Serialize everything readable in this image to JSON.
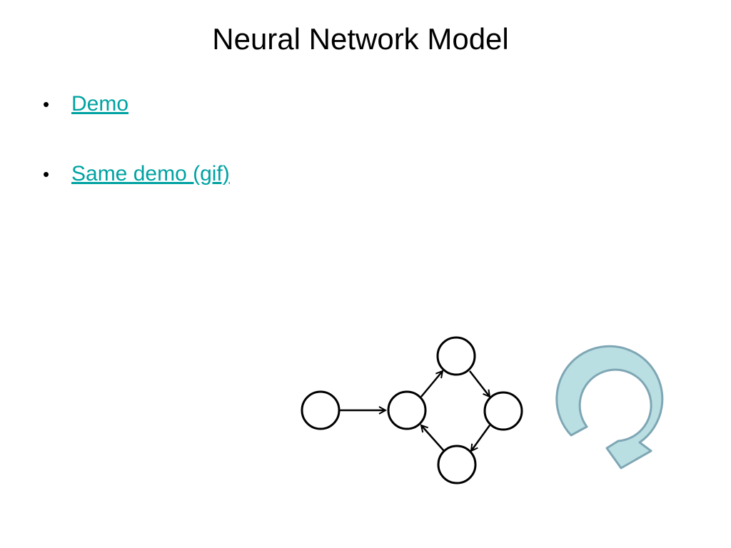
{
  "slide": {
    "title": "Neural Network Model"
  },
  "bullets": [
    {
      "marker": "•",
      "label": "Demo"
    },
    {
      "marker": "•",
      "label": "Same demo (gif)"
    }
  ],
  "diagram": {
    "nodes": [
      "input-node",
      "hidden-node-left",
      "hidden-node-top",
      "hidden-node-right",
      "hidden-node-bottom"
    ],
    "edges": [
      [
        "input-node",
        "hidden-node-left"
      ],
      [
        "hidden-node-left",
        "hidden-node-top"
      ],
      [
        "hidden-node-top",
        "hidden-node-right"
      ],
      [
        "hidden-node-right",
        "hidden-node-bottom"
      ],
      [
        "hidden-node-bottom",
        "hidden-node-left"
      ]
    ],
    "icon": "circular-arrow-icon"
  },
  "colors": {
    "link": "#00a2a2",
    "title": "#000000",
    "node_stroke": "#000000",
    "arrow_fill": "#b9dfe3",
    "arrow_stroke": "#7fa6b4"
  }
}
